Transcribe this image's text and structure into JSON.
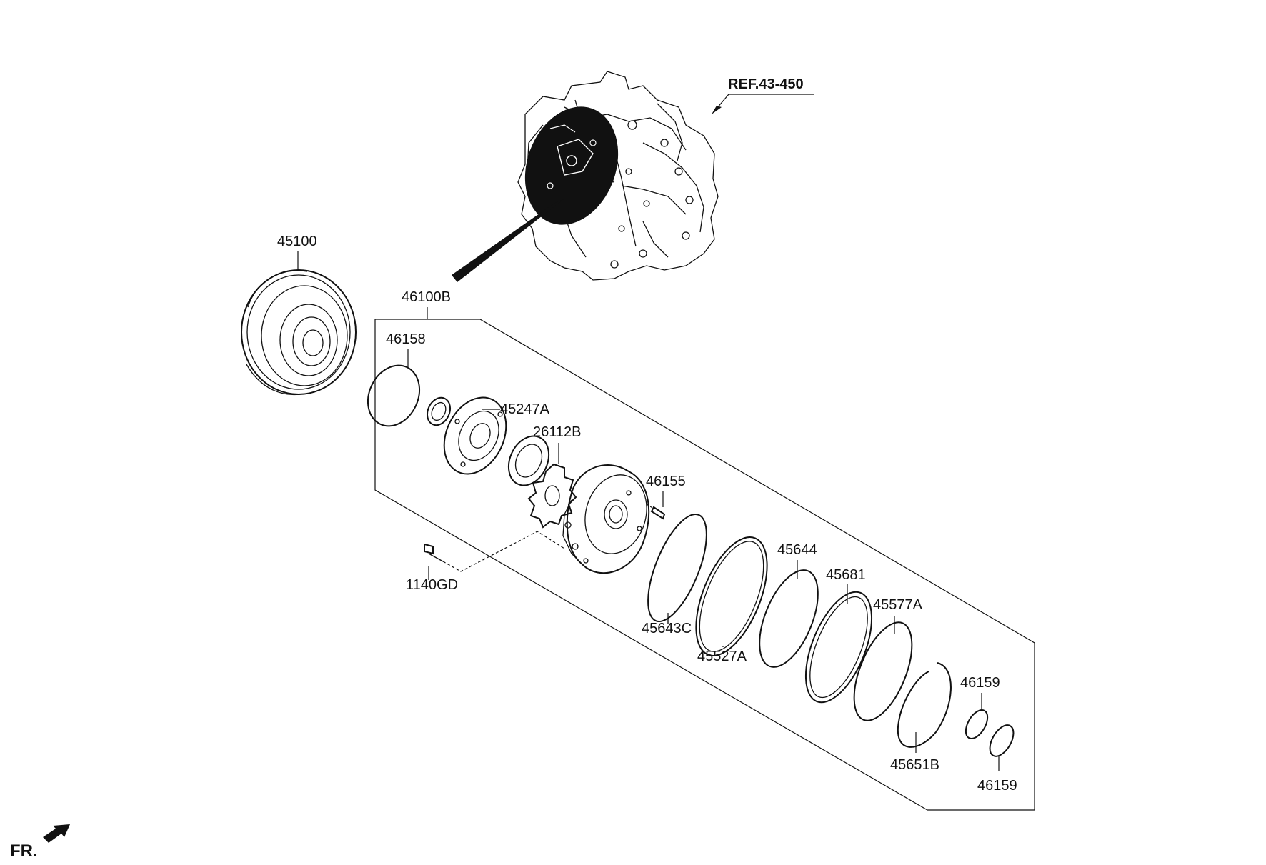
{
  "labels": {
    "ref": "REF.43-450",
    "p45100": "45100",
    "p46100B": "46100B",
    "p46158": "46158",
    "p45247A": "45247A",
    "p26112B": "26112B",
    "p46155": "46155",
    "p1140GD": "1140GD",
    "p45643C": "45643C",
    "p45527A": "45527A",
    "p45644": "45644",
    "p45681": "45681",
    "p45577A": "45577A",
    "p46159a": "46159",
    "p45651B": "45651B",
    "p46159b": "46159",
    "fr": "FR."
  },
  "icons": {
    "front_direction": "arrow-icon",
    "transmission": "transmission-assembly-icon"
  },
  "colors": {
    "line": "#111111",
    "background": "#ffffff"
  }
}
